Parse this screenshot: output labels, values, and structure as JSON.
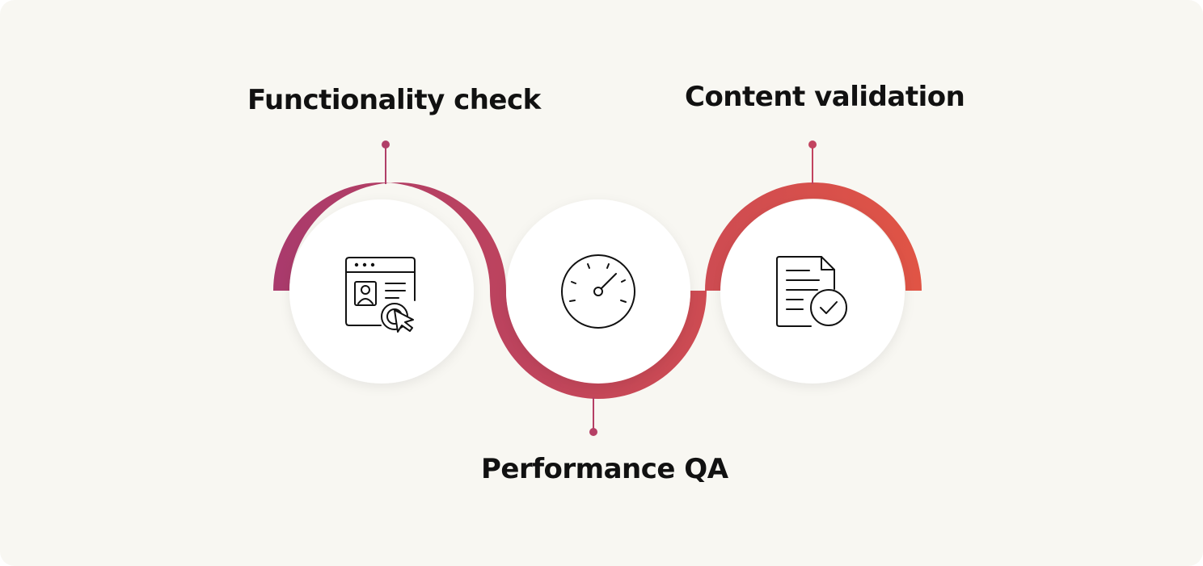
{
  "steps": [
    {
      "label": "Functionality check",
      "icon": "browser-profile-click-icon"
    },
    {
      "label": "Performance QA",
      "icon": "speedometer-icon"
    },
    {
      "label": "Content validation",
      "icon": "document-check-icon"
    }
  ],
  "colors": {
    "background": "#f8f7f2",
    "gradient_start": "#a93a6c",
    "gradient_end": "#e05445",
    "circle_fill": "#ffffff",
    "icon_stroke": "#111111",
    "text": "#111111"
  }
}
